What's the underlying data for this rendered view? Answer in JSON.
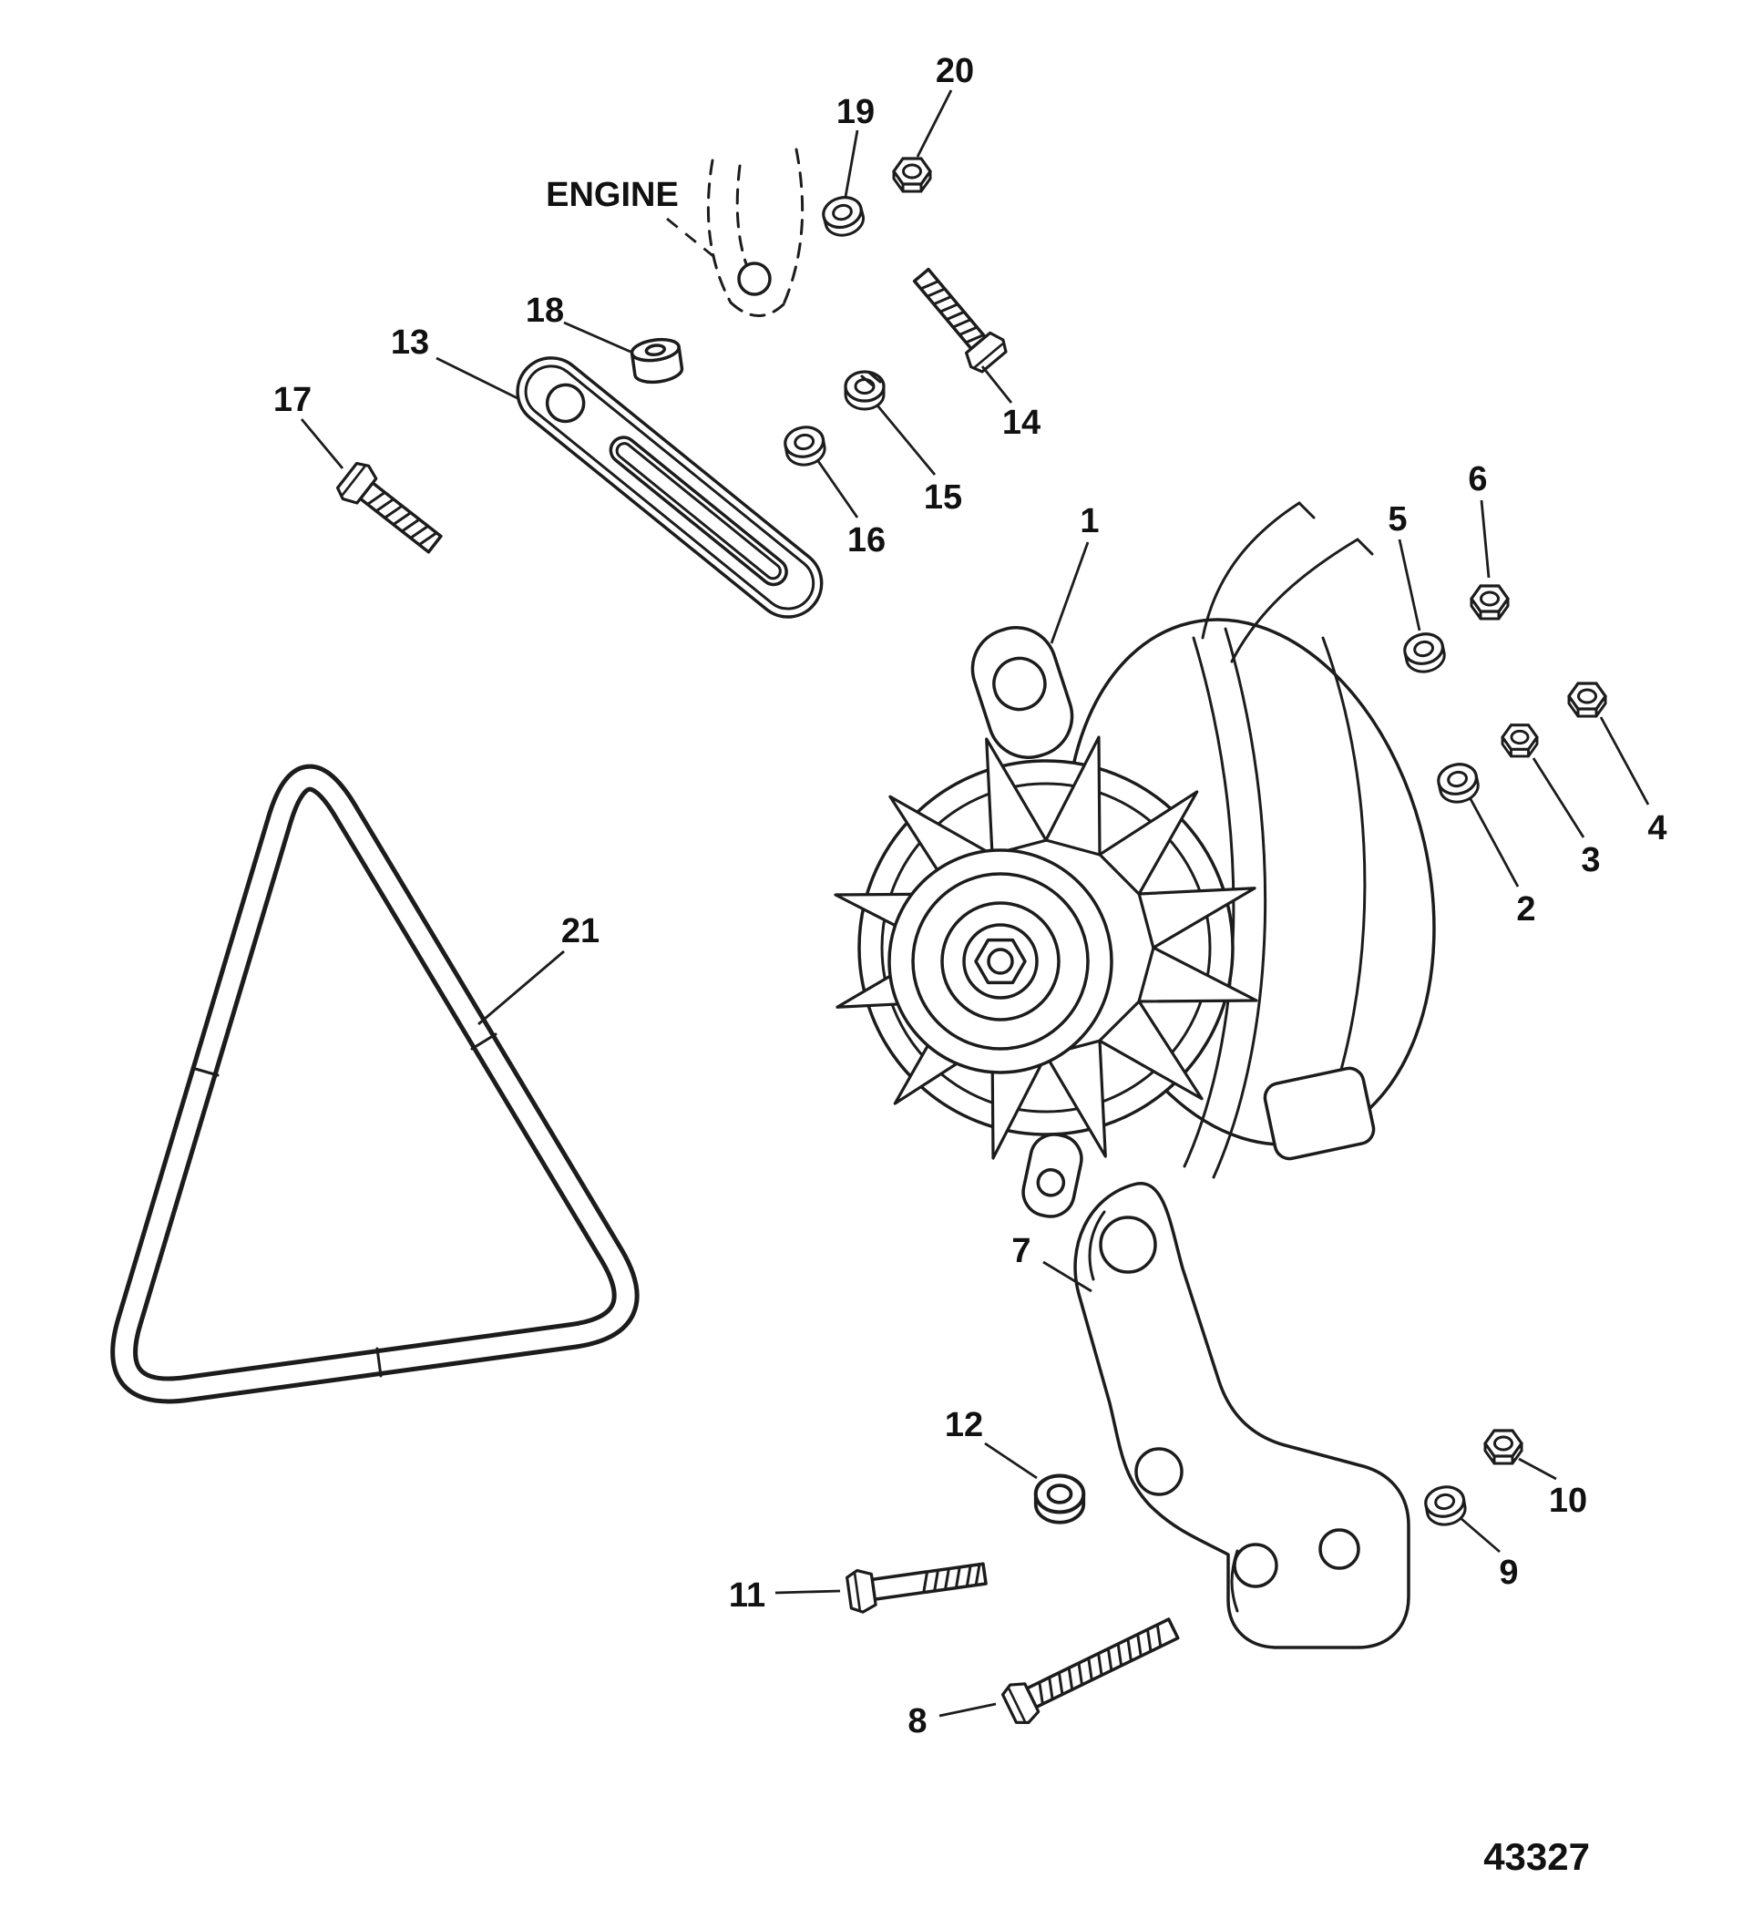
{
  "figure": {
    "engine_label": "ENGINE",
    "drawing_number": "43327"
  },
  "callouts": [
    "1",
    "2",
    "3",
    "4",
    "5",
    "6",
    "7",
    "8",
    "9",
    "10",
    "11",
    "12",
    "13",
    "14",
    "15",
    "16",
    "17",
    "18",
    "19",
    "20",
    "21"
  ]
}
